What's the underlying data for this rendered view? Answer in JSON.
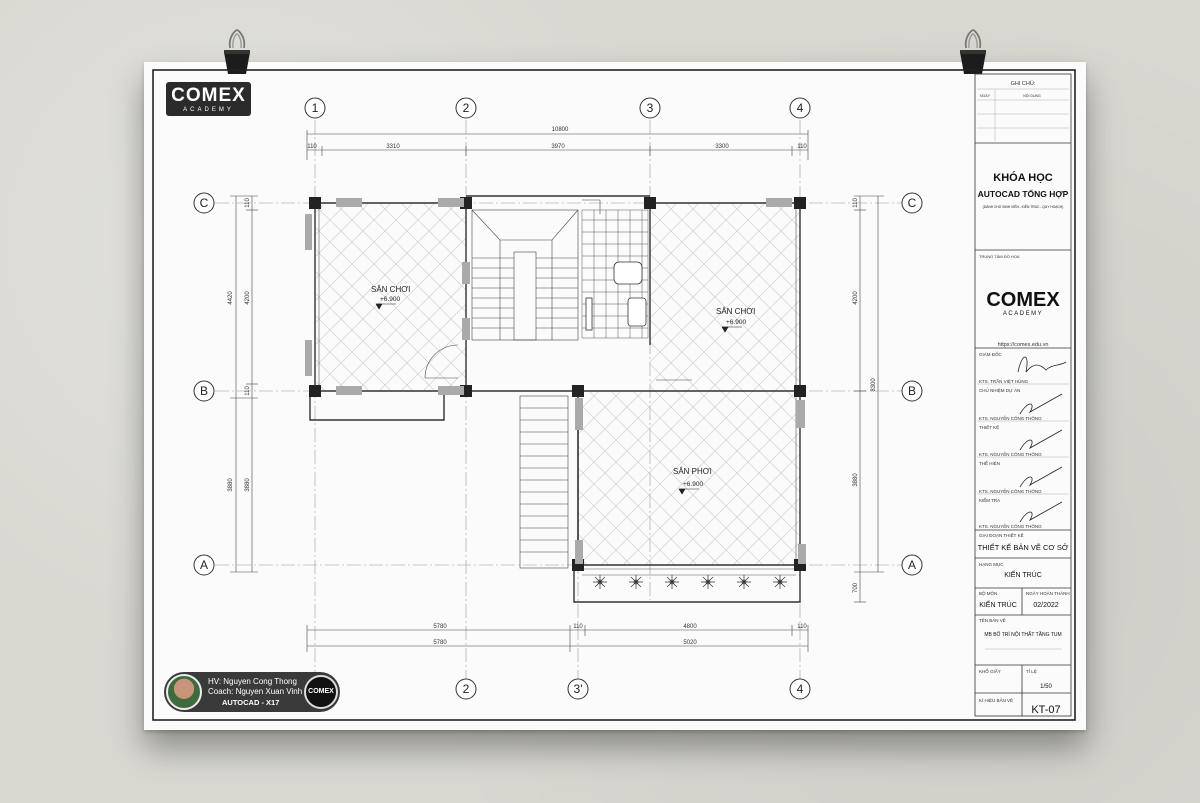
{
  "badge": {
    "brand": "COMEX",
    "sub": "ACADEMY"
  },
  "grid_axes_top": [
    "1",
    "2",
    "3",
    "4"
  ],
  "grid_axes_bottom": [
    "2",
    "3'",
    "4"
  ],
  "grid_axes_left": [
    "C",
    "B",
    "A"
  ],
  "grid_axes_right": [
    "C",
    "B",
    "A"
  ],
  "dims_top": {
    "overall": "10800",
    "left_end": "110",
    "seg1": "3310",
    "seg2": "3970",
    "seg3": "3300",
    "right_end": "110"
  },
  "dims_bottom_1": {
    "a": "5780",
    "mid_end": "110",
    "b": "4800",
    "right_end": "110"
  },
  "dims_bottom_2": {
    "a": "5780",
    "b": "5020"
  },
  "dims_left": {
    "outer_top": "4420",
    "inner_top": "4200",
    "end_top": "110",
    "outer_bottom": "3880",
    "inner_bottom": "3880",
    "end_mid": "110"
  },
  "dims_right": {
    "top": "4200",
    "outer": "8300",
    "bottom": "3880",
    "end_top": "110",
    "end_bottom": "700"
  },
  "rooms": {
    "left_play": {
      "name": "SÂN CHƠI",
      "level": "+6.900"
    },
    "right_play": {
      "name": "SÂN CHƠI",
      "level": "+6.900"
    },
    "drying": {
      "name": "SÂN PHƠI",
      "level": "+6.900"
    }
  },
  "titleblock": {
    "notes_header": "GHI CHÚ:",
    "notes_col1": "NGÀY",
    "notes_col2": "NỘI DUNG",
    "course_title_1": "KHÓA HỌC",
    "course_title_2": "AUTOCAD TỔNG HỢP",
    "course_sub": "(DÀNH CHO SINH VIÊN - KIẾN TRÚC - QUY HOẠCH)",
    "center_label": "TRUNG TÂM ĐỒ HỌA",
    "brand": "COMEX",
    "brand_sub": "ACADEMY",
    "url": "https://comex.edu.vn",
    "director_label": "GIÁM ĐỐC",
    "director_name": "KTS. TRẦN VIỆT HÙNG",
    "pm_label": "CHỦ NHIỆM DỰ ÁN",
    "pm_name": "KTS. NGUYỄN CÔNG THÔNG",
    "design_label": "THIẾT KẾ",
    "design_name": "KTS. NGUYỄN CÔNG THÔNG",
    "do_label": "THỂ HIỆN",
    "do_name": "KTS. NGUYỄN CÔNG THÔNG",
    "check_label": "KIỂM TRA",
    "check_name": "KTS. NGUYỄN CÔNG THÔNG",
    "phase_label": "GIAI ĐOẠN THIẾT KẾ",
    "phase_value": "THIẾT KẾ BẢN VẼ CƠ SỞ",
    "item_label": "HẠNG MỤC",
    "item_value": "KIẾN TRÚC",
    "dept_label": "BỘ MÔN",
    "dept_value": "KIẾN TRÚC",
    "date_label": "NGÀY HOÀN THÀNH",
    "date_value": "02/2022",
    "drawing_label": "TÊN BẢN VẼ",
    "drawing_value": "MB BỐ TRÍ NỘI THẤT TẦNG TUM",
    "paper_label": "KHỔ GIẤY",
    "scale_label": "TỈ LỆ",
    "scale_value": "1/50",
    "code_label": "KÍ HIỆU BẢN VẼ",
    "code_value": "KT-07"
  },
  "student": {
    "line1": "HV: Nguyen Cong Thong",
    "line2": "Coach: Nguyen Xuan Vinh",
    "line3": "AUTOCAD - X17",
    "logo": "COMEX"
  }
}
